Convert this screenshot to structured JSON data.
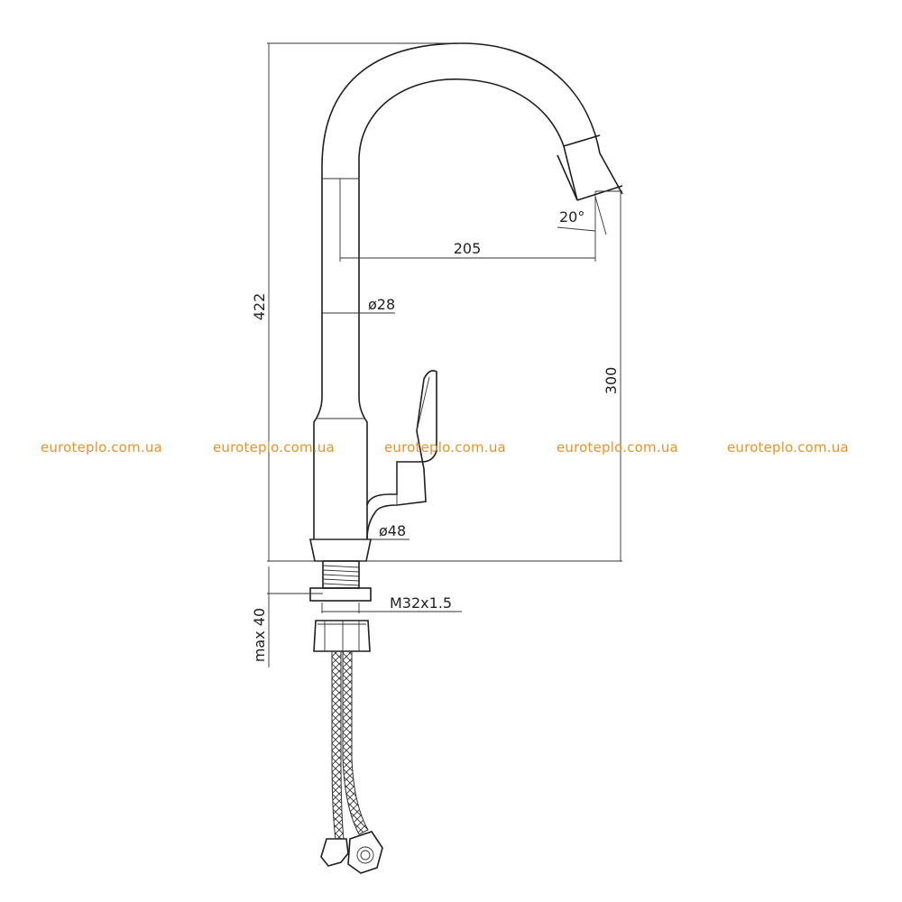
{
  "drawing": {
    "dimensions": {
      "total_height": "422",
      "spout_height": "300",
      "spout_reach": "205",
      "spout_angle": "20°",
      "tube_diameter": "ø28",
      "base_diameter": "ø48",
      "thread": "M32x1.5",
      "max_mount": "max 40"
    }
  },
  "watermark": {
    "text": "euroteplo.com.ua",
    "color": "#e8922a"
  }
}
